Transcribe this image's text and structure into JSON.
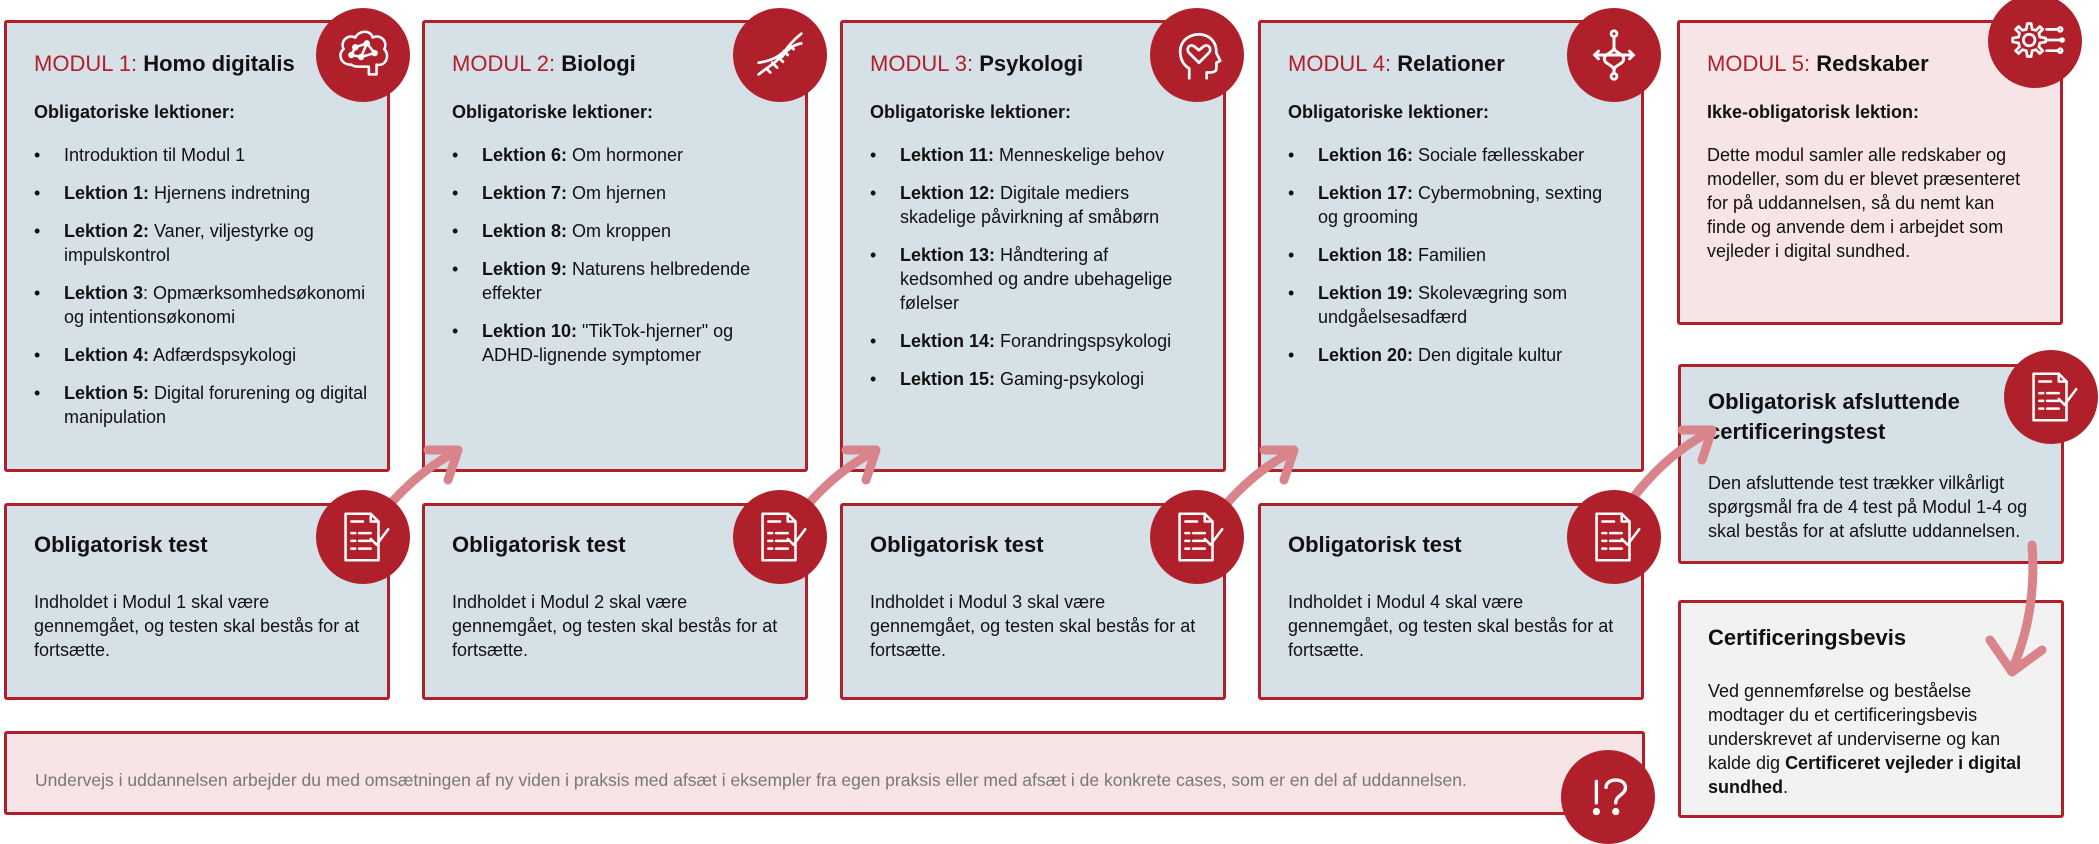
{
  "modules": [
    {
      "prefix": "MODUL 1:",
      "name": "Homo digitalis",
      "subtitle": "Obligatoriske lektioner:",
      "icon": "brain-icon",
      "lessons": [
        {
          "bold": "",
          "text": "Introduktion til Modul 1"
        },
        {
          "bold": "Lektion 1:",
          "text": " Hjernens indretning"
        },
        {
          "bold": "Lektion 2:",
          "text": " Vaner, viljestyrke og impulskontrol"
        },
        {
          "bold": "Lektion 3",
          "text": ": Opmærksomhedsøkonomi og intentionsøkonomi"
        },
        {
          "bold": "Lektion 4:",
          "text": " Adfærdspsykologi"
        },
        {
          "bold": "Lektion 5:",
          "text": " Digital forurening og digital manipulation"
        }
      ]
    },
    {
      "prefix": "MODUL 2:",
      "name": "Biologi",
      "subtitle": "Obligatoriske lektioner:",
      "icon": "dna-icon",
      "lessons": [
        {
          "bold": "Lektion 6:",
          "text": " Om hormoner"
        },
        {
          "bold": "Lektion 7:",
          "text": " Om hjernen"
        },
        {
          "bold": "Lektion 8:",
          "text": " Om kroppen"
        },
        {
          "bold": "Lektion 9:",
          "text": " Naturens helbredende effekter"
        },
        {
          "bold": "Lektion 10:",
          "text": " \"TikTok-hjerner\" og ADHD-lignende symptomer"
        }
      ]
    },
    {
      "prefix": "MODUL 3:",
      "name": "Psykologi",
      "subtitle": "Obligatoriske lektioner:",
      "icon": "head-heart-icon",
      "lessons": [
        {
          "bold": "Lektion 11:",
          "text": " Menneskelige behov"
        },
        {
          "bold": "Lektion 12:",
          "text": " Digitale mediers skadelige påvirkning af småbørn"
        },
        {
          "bold": "Lektion 13:",
          "text": " Håndtering af kedsomhed og andre ubehagelige følelser"
        },
        {
          "bold": "Lektion 14:",
          "text": " Forandringspsykologi"
        },
        {
          "bold": "Lektion 15:",
          "text": " Gaming-psykologi"
        }
      ]
    },
    {
      "prefix": "MODUL 4:",
      "name": "Relationer",
      "subtitle": "Obligatoriske lektioner:",
      "icon": "relation-icon",
      "lessons": [
        {
          "bold": "Lektion 16:",
          "text": " Sociale fællesskaber"
        },
        {
          "bold": "Lektion 17:",
          "text": " Cybermobning, sexting og grooming"
        },
        {
          "bold": "Lektion 18:",
          "text": " Familien"
        },
        {
          "bold": "Lektion 19:",
          "text": " Skolevægring som undgåelsesadfærd"
        },
        {
          "bold": "Lektion 20:",
          "text": " Den digitale kultur"
        }
      ]
    }
  ],
  "module5": {
    "prefix": "MODUL 5:",
    "name": "Redskaber",
    "subtitle": "Ikke-obligatorisk lektion:",
    "icon": "tools-gear-icon",
    "text": "Dette modul samler alle redskaber og modeller, som du er blevet præsenteret for på uddannelsen, så du nemt kan finde og anvende dem i arbejdet som vejleder i digital sundhed."
  },
  "tests": [
    {
      "title": "Obligatorisk test",
      "text": "Indholdet i Modul 1 skal være gennemgået, og testen skal bestås for at fortsætte.",
      "icon": "test-document-icon"
    },
    {
      "title": "Obligatorisk test",
      "text": "Indholdet i Modul 2 skal være gennemgået, og testen skal bestås for at fortsætte.",
      "icon": "test-document-icon"
    },
    {
      "title": "Obligatorisk test",
      "text": "Indholdet i Modul 3 skal være gennemgået, og testen skal bestås for at fortsætte.",
      "icon": "test-document-icon"
    },
    {
      "title": "Obligatorisk test",
      "text": "Indholdet i Modul 4 skal være gennemgået, og testen skal bestås for at fortsætte.",
      "icon": "test-document-icon"
    }
  ],
  "final_test": {
    "title": "Obligatorisk afsluttende certificeringstest",
    "text": "Den afsluttende test trækker vilkårligt spørgsmål fra de 4 test på Modul 1-4 og skal bestås for at afslutte uddannelsen.",
    "icon": "test-document-icon"
  },
  "certificate": {
    "title": "Certificeringsbevis",
    "text_before": "Ved gennemførelse og beståelse modtager du et certificeringsbevis underskrevet af underviserne og kan kalde dig ",
    "text_bold": "Certificeret vejleder i digital sundhed",
    "text_after": "."
  },
  "footer": {
    "text": "Undervejs i uddannelsen arbejder du med omsætningen af ny viden i praksis med afsæt i eksempler fra egen praksis eller med afsæt i de konkrete cases, som er en del af uddannelsen.",
    "icon": "question-exclamation-icon"
  },
  "colors": {
    "accent": "#b0202a",
    "arrow": "#d9838b",
    "box_blue": "#d6e0e7",
    "box_pink": "#f7e4e6"
  }
}
